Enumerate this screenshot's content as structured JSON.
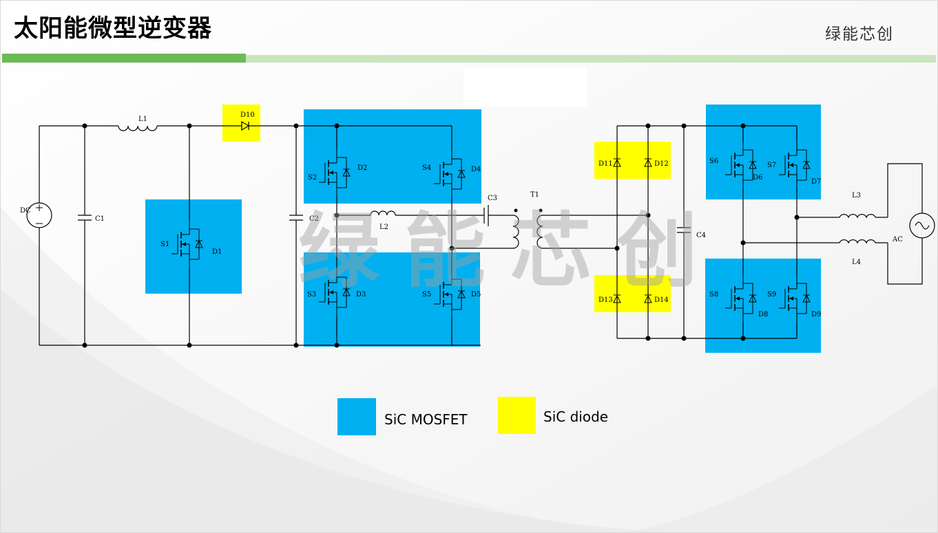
{
  "header": {
    "title": "太阳能微型逆变器",
    "brand": "绿能芯创"
  },
  "watermark": "绿能芯创",
  "legend": [
    {
      "label": "SiC MOSFET",
      "color": "#00b0f0"
    },
    {
      "label": "SiC diode",
      "color": "#ffff00"
    }
  ],
  "colors": {
    "mosfet": "#00b0f0",
    "diode": "#ffff00",
    "accent_bar": "#6cba55",
    "accent_bar_light": "#c9e5bf"
  },
  "components": {
    "dc": "DC",
    "ac": "AC",
    "L1": "L1",
    "L2": "L2",
    "L3": "L3",
    "L4": "L4",
    "C1": "C1",
    "C2": "C2",
    "C3": "C3",
    "C4": "C4",
    "T1": "T1",
    "S1": "S1",
    "S2": "S2",
    "S3": "S3",
    "S4": "S4",
    "S5": "S5",
    "S6": "S6",
    "S7": "S7",
    "S8": "S8",
    "S9": "S9",
    "D1": "D1",
    "D2": "D2",
    "D3": "D3",
    "D4": "D4",
    "D5": "D5",
    "D6": "D6",
    "D7": "D7",
    "D8": "D8",
    "D9": "D9",
    "D10": "D10",
    "D11": "D11",
    "D12": "D12",
    "D13": "D13",
    "D14": "D14"
  }
}
